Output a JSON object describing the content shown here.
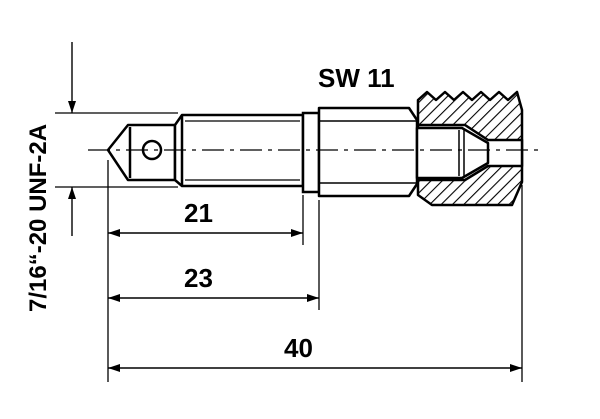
{
  "drawing": {
    "wrench_size": "SW 11",
    "thread_spec": "7/16“-20 UNF-2A",
    "dimensions": [
      {
        "name": "dim-21",
        "value": "21"
      },
      {
        "name": "dim-23",
        "value": "23"
      },
      {
        "name": "dim-40",
        "value": "40"
      }
    ]
  }
}
